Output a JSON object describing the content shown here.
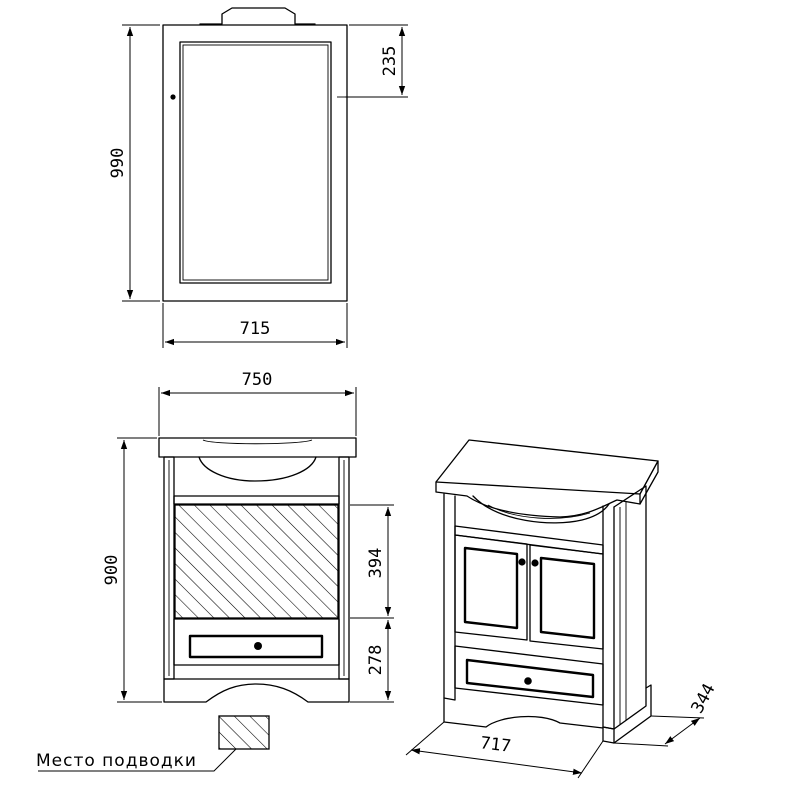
{
  "mirror": {
    "height": "990",
    "width": "715",
    "top_offset": "235"
  },
  "vanity_front": {
    "width": "750",
    "height": "900",
    "upper_opening": "394",
    "lower_offset": "278"
  },
  "vanity_iso": {
    "width": "717",
    "depth": "344"
  },
  "supply_location": {
    "label": "Место подводки"
  }
}
